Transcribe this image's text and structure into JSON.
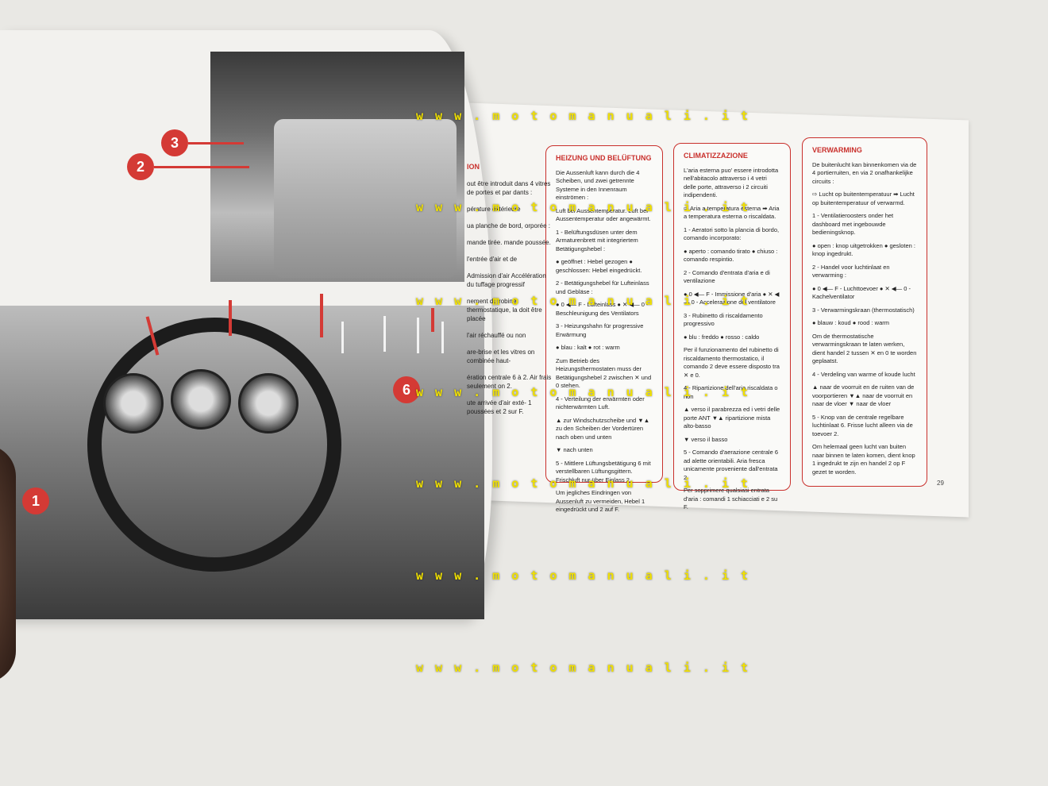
{
  "watermark": {
    "text": "w w w . m o t o m a n u a l i . i t"
  },
  "left_page": {
    "markers": [
      "3",
      "2",
      "1",
      "6"
    ],
    "text_blocks": [
      "ION",
      "out être introduit dans 4 vitres de portes et par dants :",
      "pérature extérieure",
      "ua planche de bord, orporée :",
      "mande tirée. mande poussée.",
      "l'entrée d'air et de",
      "Admission d'air Accélération du tuffage progressif",
      "nement du robinet thermostatique, la doit être placée",
      "l'air réchauffé ou non",
      "are-brise et les vitres on combinée haut-",
      "ération centrale 6 à 2. Air frais seulement on 2.",
      "ute arrivée d'air exté- 1 poussées et 2 sur F."
    ]
  },
  "columns": [
    {
      "title": "HEIZUNG UND BELÜFTUNG",
      "paragraphs": [
        "Die Aussenluft kann durch die 4 Scheiben, und zwei getrennte Systeme in den Innenraum einströmen :",
        "Luft bei Aussentemperatur. Luft bei Aussentemperatur oder angewärmt.",
        "1 - Belüftungsdüsen unter dem Armaturenbrett mit integriertem Betätigungshebel :",
        "● geöffnet : Hebel gezogen ● geschlossen: Hebel eingedrückt.",
        "2 - Betätigungshebel für Lufteinlass und Gebläse :",
        "● 0 ◀— F - Lufteinlass ● ✕ ◀— 0 - Beschleunigung des Ventilators",
        "3 - Heizungshahn für progressive Erwärmung",
        "● blau : kalt ● rot : warm",
        "Zum Betrieb des Heizungsthermostaten muss der Betätigungshebel 2 zwischen ✕ und 0 stehen.",
        "4 - Verteilung der erwärmten oder nichterwärmten Luft.",
        "▲ zur Windschutzscheibe und ▼▲ zu den Scheiben der Vordertüren nach oben und unten",
        "▼ nach unten",
        "5 - Mittlere Lüftungsbetätigung 6 mit verstellbaren Lüftungsgittern. Frischluft nur über Einlass 2.",
        "Um jegliches Eindringen von Aussenluft zu vermeiden, Hebel 1 eingedrückt und 2 auf F."
      ]
    },
    {
      "title": "CLIMATIZZAZIONE",
      "paragraphs": [
        "L'aria esterna puo' essere introdotta nell'abitacolo attraverso i 4 vetri delle porte, attraverso i 2 circuiti indipendenti.",
        "⇨ Aria a temperatura esterna ➡ Aria a temperatura esterna o riscaldata.",
        "1 - Aeratori sotto la plancia di bordo, comando incorporato:",
        "● aperto : comando tirato ● chiuso : comando respintio.",
        "2 - Comando d'entrata d'aria e di ventilazione",
        "● 0 ◀— F - Immissione d'aria ● ✕ ◀— 0 - Accelerazione del ventilatore",
        "3 - Rubinetto di riscaldamento progressivo",
        "● blu : freddo ● rosso : caldo",
        "Per il funzionamento del rubinetto di riscaldamento thermostatico, il comando 2 deve essere disposto tra ✕ e 0.",
        "4 - Ripartizione dell'aria riscaldata o non",
        "▲ verso il parabrezza ed i vetri delle porte ANT ▼▲ ripartizione mista alto-basso",
        "▼ verso il basso",
        "5 - Comando d'aerazione centrale 6 ad alette orientabili. Aria fresca unicamente proveniente dall'entrata 2.",
        "Per sopprimere qualsiasi entrata d'aria : comandi 1 schiacciati e 2 su F."
      ]
    },
    {
      "title": "VERWARMING",
      "paragraphs": [
        "De buitenlucht kan binnenkomen via de 4 portierruiten, en via 2 onafhankelijke circuits :",
        "⇨ Lucht op buitentemperatuur ➡ Lucht op buitentemperatuur of verwarmd.",
        "1 - Ventilatieroosters onder het dashboard met ingebouwde bedieningsknop.",
        "● open : knop uitgetrokken ● gesloten : knop ingedrukt.",
        "2 - Handel voor luchtinlaat en verwarming :",
        "● 0 ◀— F - Luchttoevoer ● ✕ ◀— 0 - Kachelventilator",
        "3 - Verwarmingskraan (thermostatisch)",
        "● blauw : koud ● rood : warm",
        "Om de thermostatische verwarmingskraan te laten werken, dient handel 2 tussen ✕ en 0 te worden geplaatst.",
        "4 - Verdeling van warme of koude lucht",
        "▲ naar de voorruit en de ruiten van de voorportieren ▼▲ naar de voorruit en naar de vloer ▼ naar de vloer",
        "5 - Knop van de centrale regelbare luchtinlaat 6. Frisse lucht alleen via de toevoer 2.",
        "Om helemaal geen lucht van buiten naar binnen te laten komen, dient knop 1 ingedrukt te zijn en handel 2 op F gezet te worden."
      ]
    }
  ],
  "page_number": "29",
  "colors": {
    "accent_red": "#c9302c",
    "watermark_yellow": "#f0e000"
  }
}
